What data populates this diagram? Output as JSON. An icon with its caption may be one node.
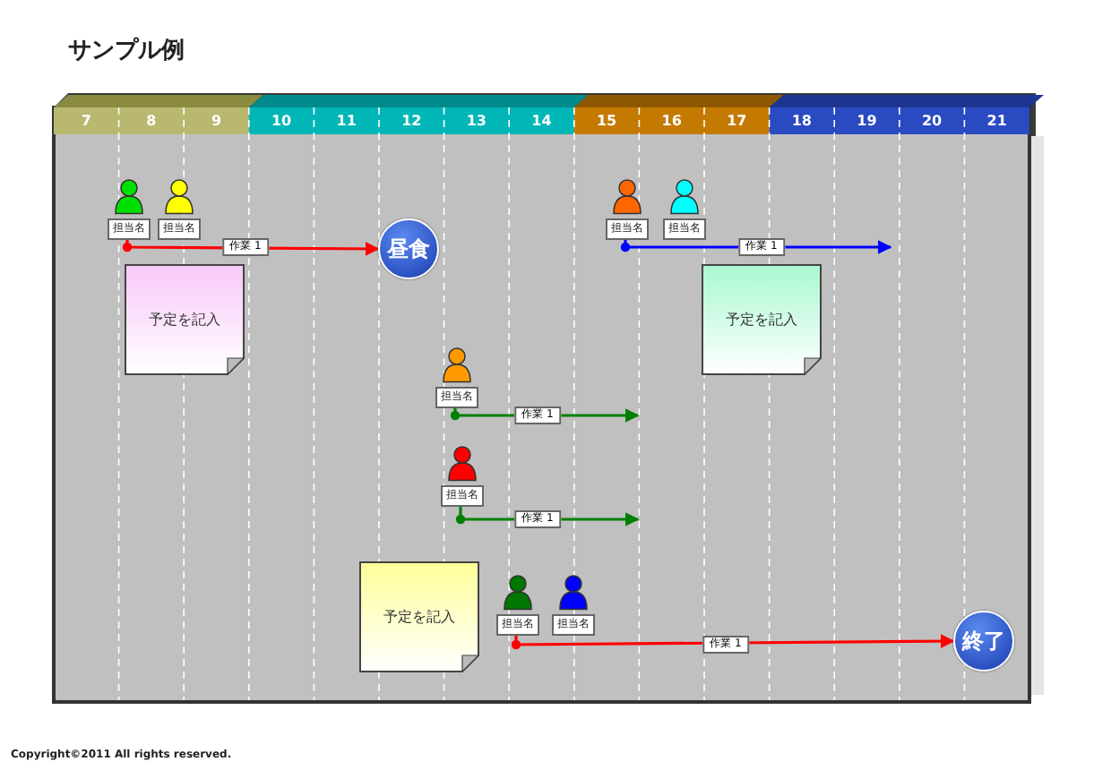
{
  "diagram": {
    "title": "サンプル例",
    "nodes": [
      {
        "text": [
          "担当名"
        ]
      },
      {
        "text": [
          "担当名"
        ]
      },
      {
        "text": [
          "昼食"
        ]
      },
      {
        "text": [
          "予定を記入"
        ]
      },
      {
        "text": [
          "担当名"
        ]
      },
      {
        "text": [
          "担当名"
        ]
      },
      {
        "text": [
          "予定を記入"
        ]
      },
      {
        "text": [
          "担当名"
        ]
      },
      {
        "text": [
          "担当名"
        ]
      },
      {
        "text": [
          "予定を記入"
        ]
      },
      {
        "text": [
          "担当名"
        ]
      },
      {
        "text": [
          "担当名"
        ]
      },
      {
        "text": [
          "終了"
        ]
      }
    ],
    "edges": [
      {
        "from": 0,
        "to": 2,
        "arrow": "to",
        "label": "作業 1",
        "color": "#ff0000"
      },
      {
        "from": 4,
        "to": null,
        "arrow": "to",
        "label": "作業 1",
        "color": "#0000ff"
      },
      {
        "from": 7,
        "to": null,
        "arrow": "to",
        "label": "作業 1",
        "color": "#008000"
      },
      {
        "from": 8,
        "to": null,
        "arrow": "to",
        "label": "作業 1",
        "color": "#008000"
      },
      {
        "from": 10,
        "to": 12,
        "arrow": "to",
        "label": "作業 1",
        "color": "#ff0000"
      }
    ],
    "labels": [
      "7",
      "8",
      "9",
      "10",
      "11",
      "12",
      "13",
      "14",
      "15",
      "16",
      "17",
      "18",
      "19",
      "20",
      "21",
      "Copyright©2011 All rights reserved."
    ]
  }
}
